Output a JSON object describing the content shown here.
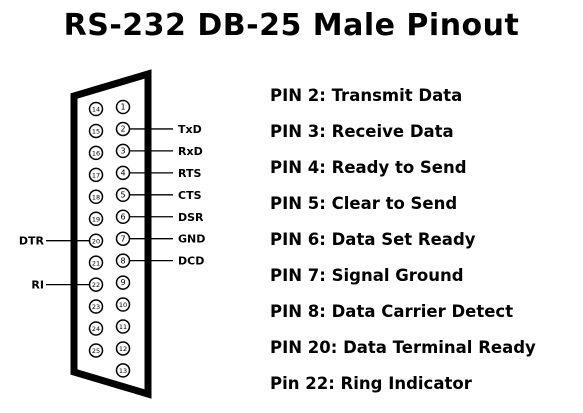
{
  "title": "RS-232 DB-25 Male Pinout",
  "connector": {
    "top_row": [
      "1",
      "2",
      "3",
      "4",
      "5",
      "6",
      "7",
      "8",
      "9",
      "10",
      "11",
      "12",
      "13"
    ],
    "bottom_row": [
      "14",
      "15",
      "16",
      "17",
      "18",
      "19",
      "20",
      "21",
      "22",
      "23",
      "24",
      "25"
    ],
    "right_labels": [
      {
        "pin": "2",
        "text": "TxD"
      },
      {
        "pin": "3",
        "text": "RxD"
      },
      {
        "pin": "4",
        "text": "RTS"
      },
      {
        "pin": "5",
        "text": "CTS"
      },
      {
        "pin": "6",
        "text": "DSR"
      },
      {
        "pin": "7",
        "text": "GND"
      },
      {
        "pin": "8",
        "text": "DCD"
      }
    ],
    "left_labels": [
      {
        "pin": "20",
        "text": "DTR"
      },
      {
        "pin": "22",
        "text": "RI"
      }
    ]
  },
  "pin_descriptions": [
    "PIN 2: Transmit Data",
    "PIN 3: Receive Data",
    "PIN 4: Ready to Send",
    "PIN 5: Clear to Send",
    "PIN 6: Data Set Ready",
    "PIN 7: Signal Ground",
    "PIN 8: Data Carrier Detect",
    "PIN 20: Data Terminal Ready",
    "Pin 22: Ring Indicator"
  ]
}
